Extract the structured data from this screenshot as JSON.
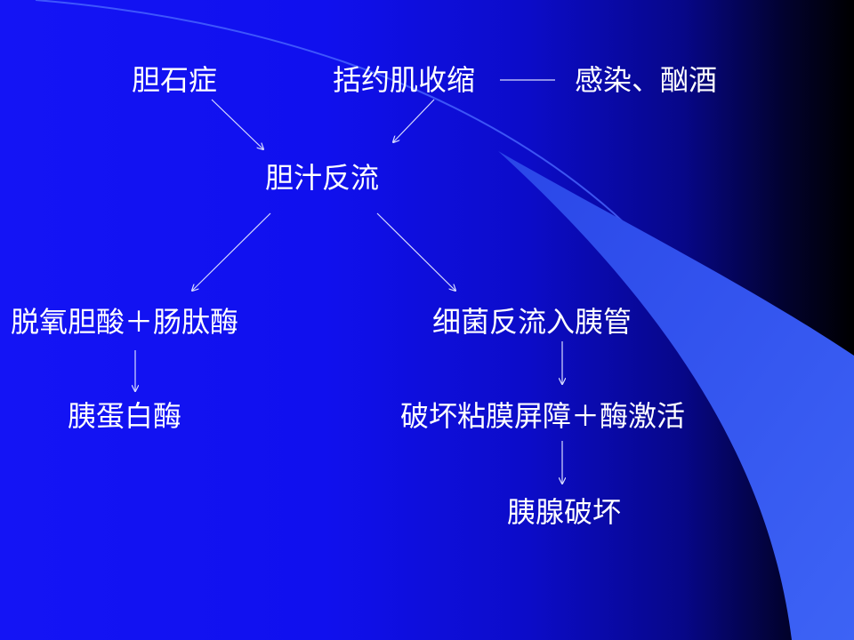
{
  "diagram": {
    "nodes": {
      "gallstone": "胆石症",
      "sphincter_contraction": "括约肌收缩",
      "infection_alcohol": "感染、酗酒",
      "bile_reflux": "胆汁反流",
      "deoxycholic_acid": "脱氧胆酸＋肠肽酶",
      "bacteria_reflux": "细菌反流入胰管",
      "pancreatic_protease": "胰蛋白酶",
      "mucosal_barrier": "破坏粘膜屏障＋酶激活",
      "pancreas_damage": "胰腺破坏"
    }
  },
  "colors": {
    "text": "#ffffff",
    "arrow": "#d8dcff",
    "swoosh": "#3a5cf0"
  }
}
